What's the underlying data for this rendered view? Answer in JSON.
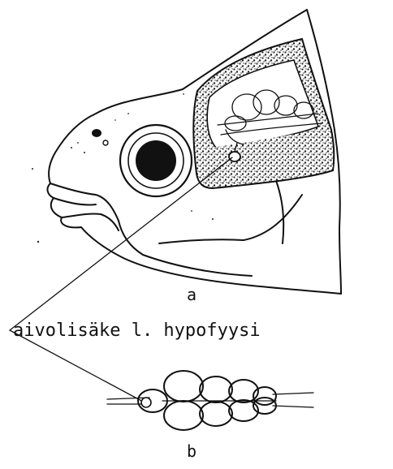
{
  "figure": {
    "label_a": "a",
    "label_b": "b",
    "annotation": "aivolisäke l. hypofyysi"
  },
  "icons": {
    "fish_head": "fish-head-cross-section",
    "brain": "fish-brain-dorsal-view",
    "pituitary": "pituitary-gland"
  },
  "colors": {
    "ink": "#111111",
    "paper": "#ffffff"
  }
}
